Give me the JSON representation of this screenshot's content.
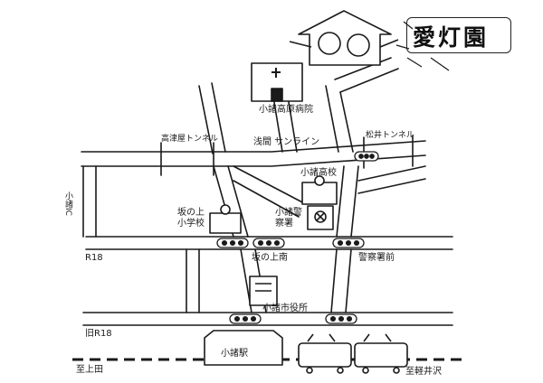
{
  "title": "愛灯園",
  "labels": {
    "hospital": "小諸高原病院",
    "tunnel_left": "高津屋トンネル",
    "asama_sunline": "浅間 サンライン",
    "tunnel_right": "松井トンネル",
    "komoro_high": "小諸高校",
    "komoro_ic": "小諸IC",
    "sakanoue_school": "坂の上小学校",
    "police_station": "小諸警察署",
    "r18": "R18",
    "sakanoue_south": "坂の上南",
    "police_front": "警察署前",
    "city_hall": "小諸市役所",
    "old_r18": "旧R18",
    "komoro_station": "小諸駅",
    "to_ueda": "至上田",
    "to_karuizawa": "至軽井沢"
  }
}
